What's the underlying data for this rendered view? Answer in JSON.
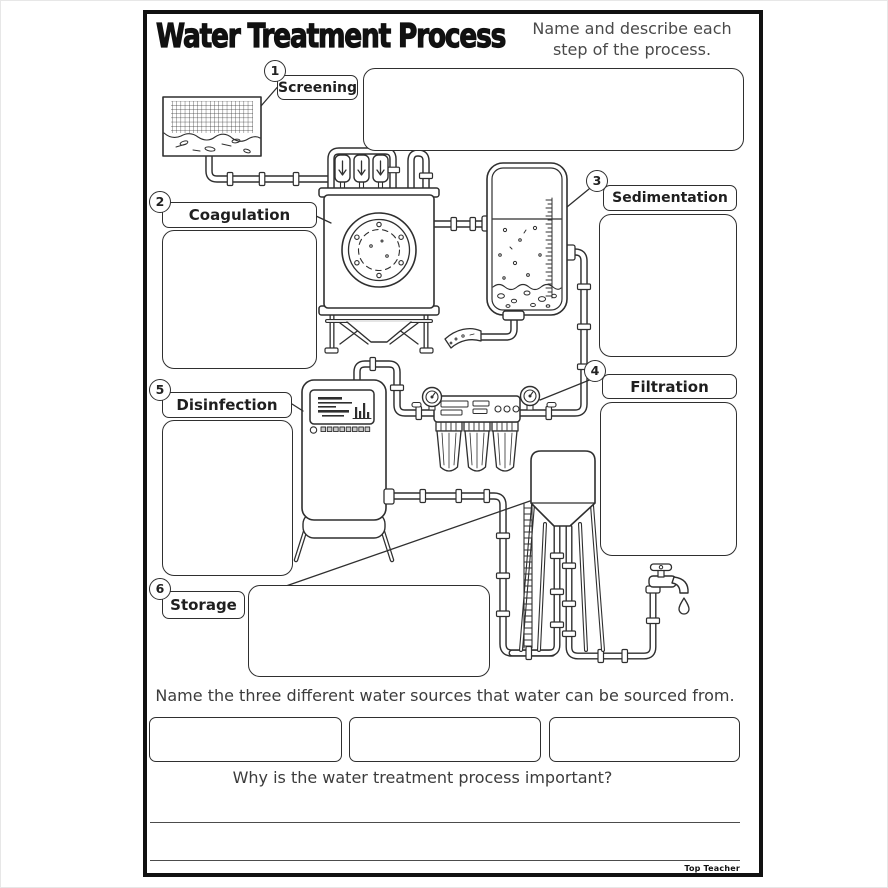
{
  "header": {
    "title": "Water Treatment Process",
    "instruction": [
      "Name and describe each",
      "step of the process."
    ]
  },
  "steps": [
    {
      "number": "1",
      "label": "Screening",
      "answer": ""
    },
    {
      "number": "2",
      "label": "Coagulation",
      "answer": ""
    },
    {
      "number": "3",
      "label": "Sedimentation",
      "answer": ""
    },
    {
      "number": "4",
      "label": "Filtration",
      "answer": ""
    },
    {
      "number": "5",
      "label": "Disinfection",
      "answer": ""
    },
    {
      "number": "6",
      "label": "Storage",
      "answer": ""
    }
  ],
  "questions": {
    "water_sources": {
      "prompt": "Name the three different water sources that water can be sourced from.",
      "answers": [
        "",
        "",
        ""
      ]
    },
    "importance": {
      "prompt": "Why is the water treatment process important?",
      "answer_lines": [
        "",
        ""
      ]
    }
  },
  "footer": {
    "brand": "Top Teacher"
  },
  "colors": {
    "ink": "#2f2f2f",
    "page_border": "#111111",
    "muted_text": "#4a4a4a",
    "page_bg": "#ffffff"
  }
}
